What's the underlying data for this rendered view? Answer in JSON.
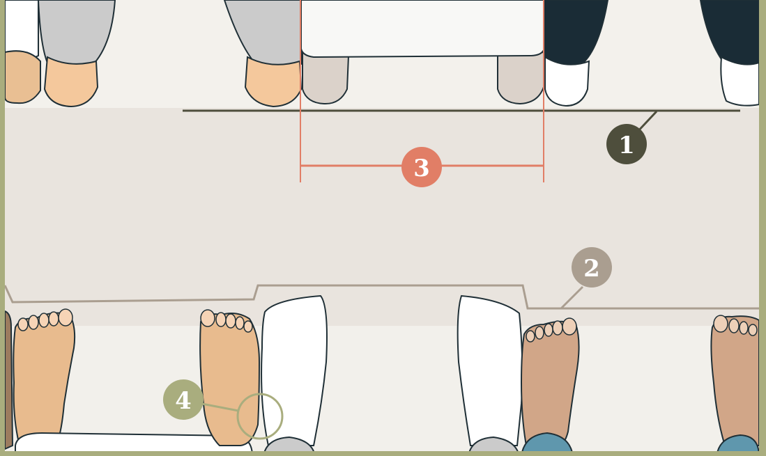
{
  "colors": {
    "border": "#a9ad7e",
    "upper_floor": "#f3f1ec",
    "aisle": "#e9e4de",
    "lower_floor": "#f2f0eb",
    "outline": "#1f2f36",
    "callout_1": "#4e4e3c",
    "callout_2": "#aa9e90",
    "callout_3": "#e17e66",
    "callout_4": "#a9ad7e",
    "skin_light": "#f4c89c",
    "skin_medium": "#e8bb8e",
    "skin_tan": "#d1a688",
    "sock_white": "#ffffff",
    "sock_beige": "#dbd2ca",
    "pants_grey": "#cbcbcb",
    "pants_navy": "#1a2c36",
    "shoe_blue": "#5f97ad",
    "shoe_brown": "#9c7b5f"
  },
  "callouts": [
    {
      "label": "1",
      "icon": "line-pointer"
    },
    {
      "label": "2",
      "icon": "line-pointer"
    },
    {
      "label": "3",
      "icon": "width-bracket"
    },
    {
      "label": "4",
      "icon": "circle-highlight"
    }
  ]
}
